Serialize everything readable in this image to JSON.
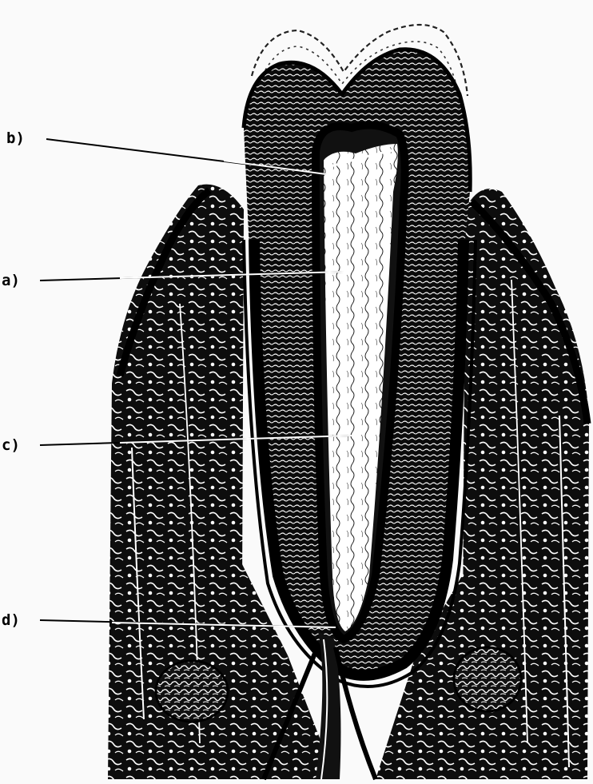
{
  "figure": {
    "labels": [
      {
        "id": "b",
        "text": "b)"
      },
      {
        "id": "a",
        "text": "a)"
      },
      {
        "id": "c",
        "text": "c)"
      },
      {
        "id": "d",
        "text": "d)"
      }
    ],
    "colors": {
      "ink": "#000000",
      "paper": "#fafafa",
      "pulp": "#ffffff"
    }
  }
}
